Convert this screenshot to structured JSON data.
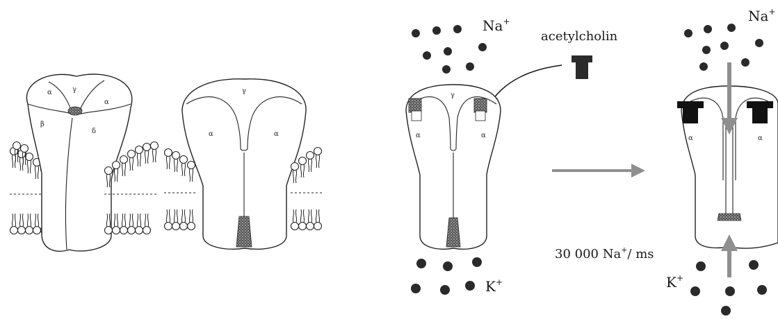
{
  "labels": {
    "na_left": "Na",
    "na_left_sup": "+",
    "na_right": "Na",
    "na_right_sup": "+",
    "k_left": "K",
    "k_left_sup": "+",
    "k_right": "K",
    "k_right_sup": "+",
    "acetylcholine": "acetylcholin",
    "flux_num": "30 000 Na",
    "flux_sup": "+",
    "flux_unit": "/ ms"
  },
  "subunits": {
    "alpha": "α",
    "beta": "β",
    "gamma": "γ",
    "delta": "δ"
  },
  "colors": {
    "ion": "#2a2a2a",
    "arrow": "#8f8f8f",
    "ligand": "#2b2b2b"
  }
}
